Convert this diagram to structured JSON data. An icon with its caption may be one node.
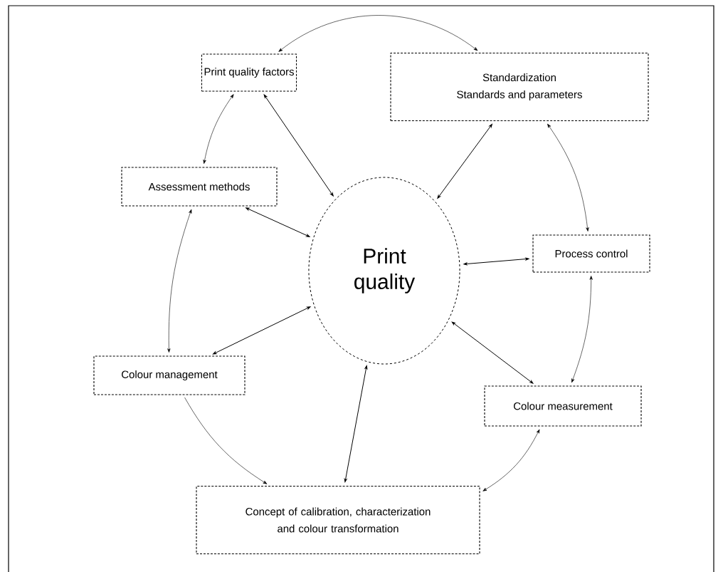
{
  "diagram": {
    "nodes": [
      {
        "text": [
          "Print quality factors"
        ]
      },
      {
        "text": [
          "Standardization",
          "Standards and parameters"
        ]
      },
      {
        "text": [
          "Assessment methods"
        ]
      },
      {
        "text": [
          "Print quality"
        ]
      },
      {
        "text": [
          "Process control"
        ]
      },
      {
        "text": [
          "Colour management"
        ]
      },
      {
        "text": [
          "Colour measurement"
        ]
      },
      {
        "text": [
          "Concept of calibration, characterization and colour transformation"
        ]
      }
    ],
    "edges": [
      {
        "from": 0,
        "to": 1,
        "arrow": "both"
      },
      {
        "from": 0,
        "to": 2,
        "arrow": "both"
      },
      {
        "from": 0,
        "to": 3,
        "arrow": "both"
      },
      {
        "from": 1,
        "to": 3,
        "arrow": "both"
      },
      {
        "from": 1,
        "to": 4,
        "arrow": "both"
      },
      {
        "from": 2,
        "to": 3,
        "arrow": "both"
      },
      {
        "from": 3,
        "to": 4,
        "arrow": "both"
      },
      {
        "from": 2,
        "to": 5,
        "arrow": "both"
      },
      {
        "from": 3,
        "to": 5,
        "arrow": "both"
      },
      {
        "from": 4,
        "to": 6,
        "arrow": "both"
      },
      {
        "from": 3,
        "to": 6,
        "arrow": "both"
      },
      {
        "from": 5,
        "to": 7,
        "arrow": "to"
      },
      {
        "from": 3,
        "to": 7,
        "arrow": "both"
      },
      {
        "from": 6,
        "to": 7,
        "arrow": "both"
      }
    ]
  }
}
